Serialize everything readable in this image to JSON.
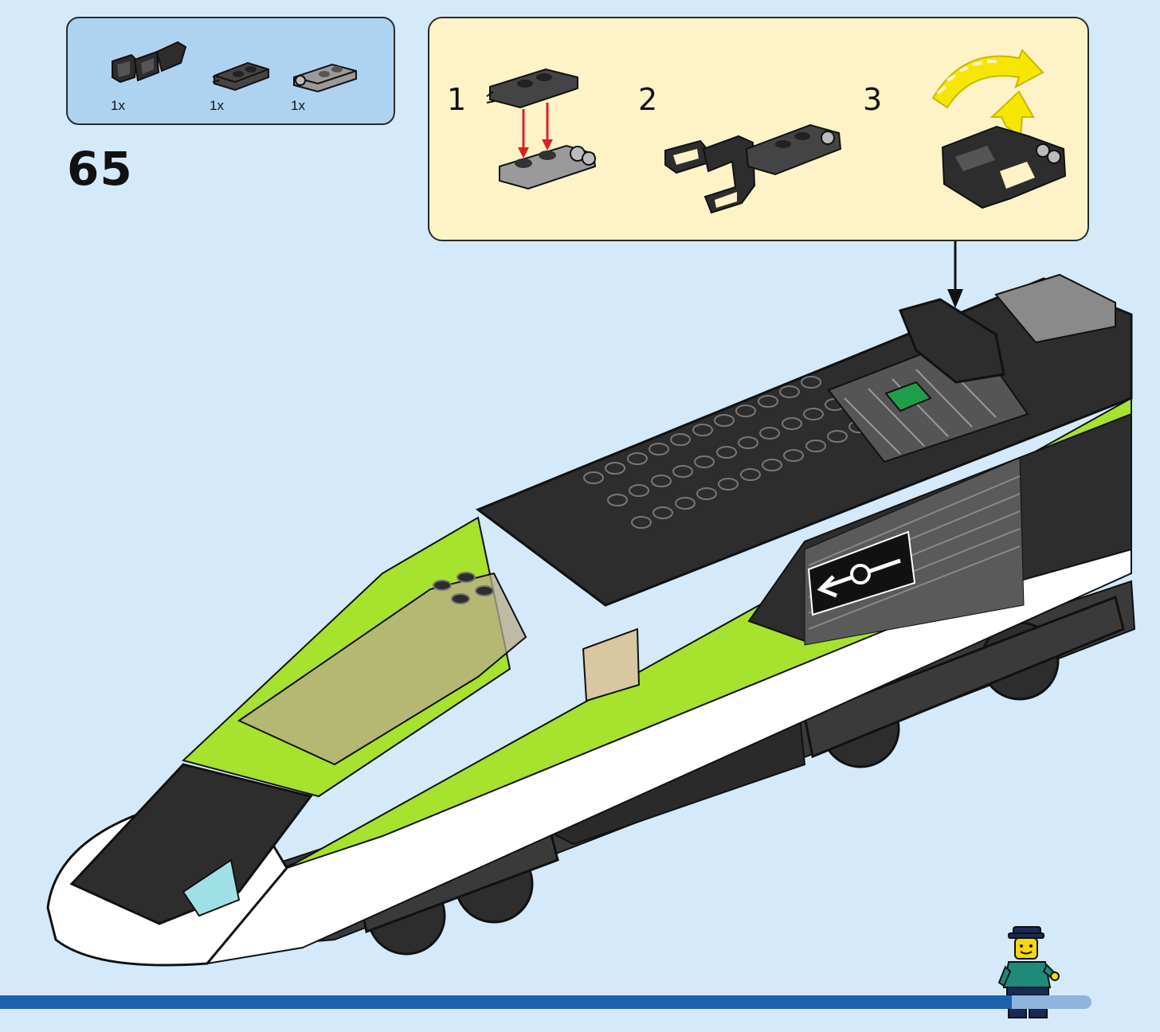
{
  "parts_list": {
    "items": [
      {
        "name": "hinge-bar-with-clips",
        "qty": "1x"
      },
      {
        "name": "plate-with-clip",
        "qty": "1x"
      },
      {
        "name": "plate-with-hinge-fingers",
        "qty": "1x"
      }
    ]
  },
  "step": {
    "number": "65"
  },
  "substeps": [
    {
      "number": "1"
    },
    {
      "number": "2"
    },
    {
      "number": "3"
    }
  ],
  "colors": {
    "background": "#d4eafb",
    "parts_box": "#aed3f1",
    "substep_box": "#fdf3c6",
    "train_green": "#a6e22e",
    "train_black": "#2d2d2d",
    "train_white": "#ffffff",
    "arrow_red": "#d9202a",
    "rotate_yellow": "#f6e600",
    "bottom_bar": "#1b63ae"
  },
  "icons": {
    "train_logo": "double-arrow-circle-icon",
    "minifigure": "train-conductor-minifigure"
  }
}
